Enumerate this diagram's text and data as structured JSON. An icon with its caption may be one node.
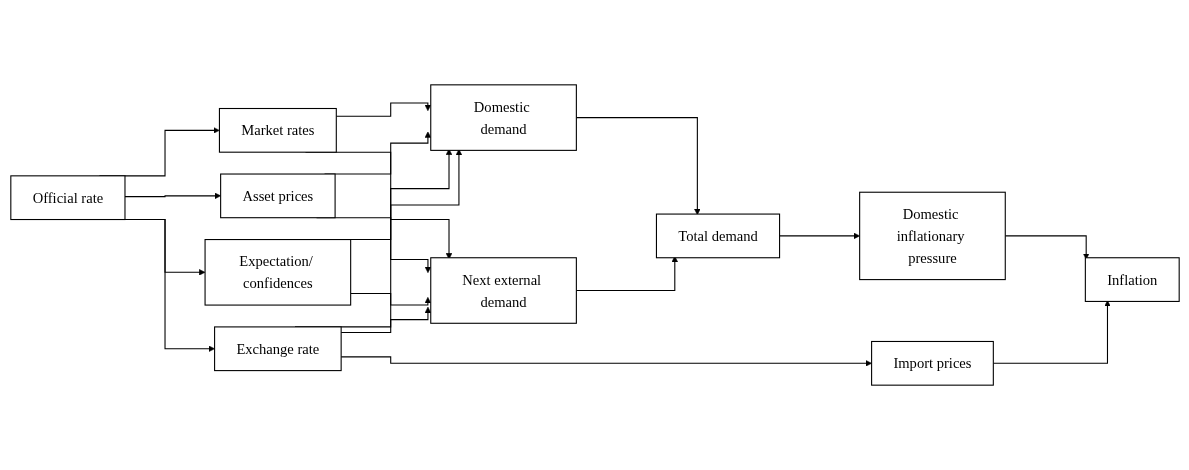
{
  "diagram": {
    "nodes": [
      {
        "text": [
          "Official rate"
        ]
      },
      {
        "text": [
          "Market rates"
        ]
      },
      {
        "text": [
          "Asset prices"
        ]
      },
      {
        "text": [
          "Expectation/ confidences"
        ]
      },
      {
        "text": [
          "Exchange rate"
        ]
      },
      {
        "text": [
          "Domestic demand"
        ]
      },
      {
        "text": [
          "Next external demand"
        ]
      },
      {
        "text": [
          "Total demand"
        ]
      },
      {
        "text": [
          "Domestic inflationary pressure"
        ]
      },
      {
        "text": [
          "Inflation"
        ]
      },
      {
        "text": [
          "Import prices"
        ]
      }
    ],
    "edges": [
      {
        "from": 0,
        "to": 1,
        "arrow": "to"
      },
      {
        "from": 0,
        "to": 2,
        "arrow": "to"
      },
      {
        "from": 0,
        "to": 3,
        "arrow": "to"
      },
      {
        "from": 0,
        "to": 4,
        "arrow": "to"
      },
      {
        "from": 1,
        "to": 5,
        "arrow": "to"
      },
      {
        "from": 2,
        "to": 5,
        "arrow": "to"
      },
      {
        "from": 3,
        "to": 5,
        "arrow": "to"
      },
      {
        "from": 4,
        "to": 5,
        "arrow": "to"
      },
      {
        "from": 1,
        "to": 6,
        "arrow": "to"
      },
      {
        "from": 2,
        "to": 6,
        "arrow": "to"
      },
      {
        "from": 3,
        "to": 6,
        "arrow": "to"
      },
      {
        "from": 4,
        "to": 6,
        "arrow": "to"
      },
      {
        "from": 4,
        "to": 10,
        "arrow": "to"
      },
      {
        "from": 5,
        "to": 7,
        "arrow": "to"
      },
      {
        "from": 6,
        "to": 7,
        "arrow": "to"
      },
      {
        "from": 7,
        "to": 8,
        "arrow": "to"
      },
      {
        "from": 8,
        "to": 9,
        "arrow": "to"
      },
      {
        "from": 10,
        "to": 9,
        "arrow": "to"
      }
    ]
  }
}
